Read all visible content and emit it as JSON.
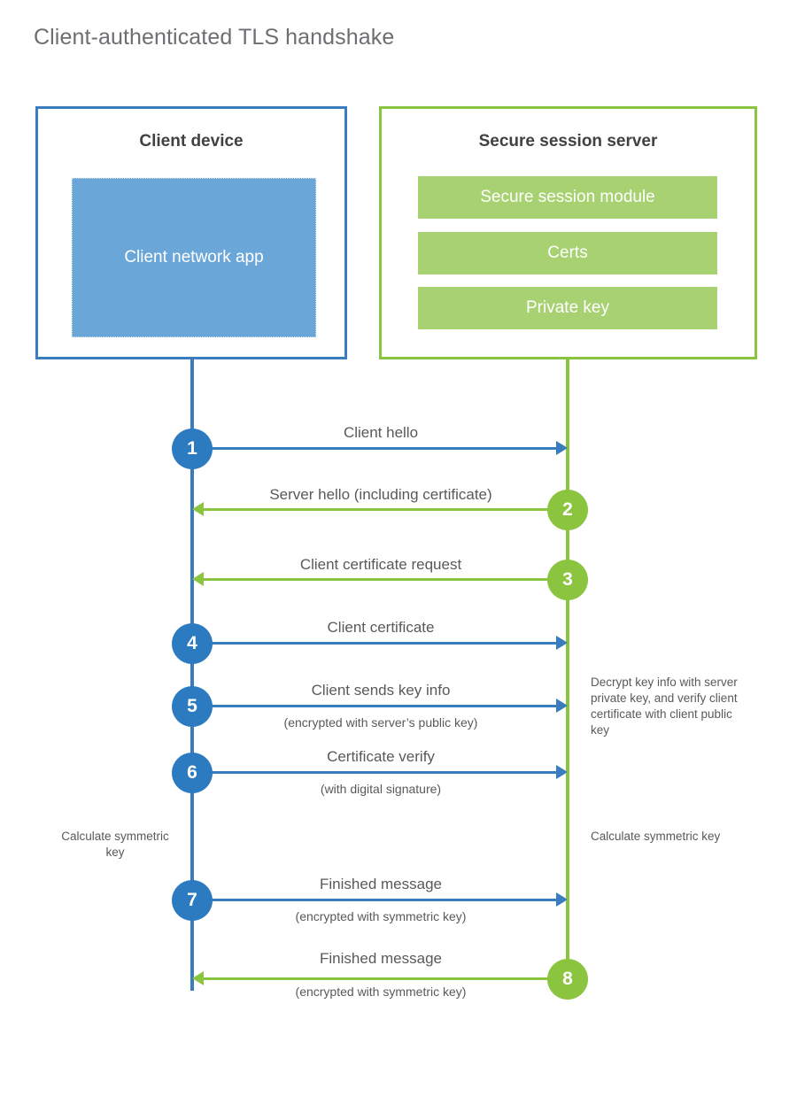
{
  "page": {
    "title": "Client-authenticated TLS handshake"
  },
  "colors": {
    "blue_border": "#3a7dbf",
    "blue_badge": "#2c7ac0",
    "blue_fill": "#6aa7d8",
    "green_border": "#8bc53f",
    "green_fill": "#a8d171",
    "text": "#58595b",
    "heading": "#414042",
    "background": "#ffffff"
  },
  "actors": {
    "client": {
      "title": "Client device",
      "app_label": "Client network app"
    },
    "server": {
      "title": "Secure session server",
      "modules": [
        "Secure session module",
        "Certs",
        "Private key"
      ]
    }
  },
  "steps": [
    {
      "number": "1",
      "label": "Client hello",
      "sub": "",
      "direction": "client-to-server",
      "color": "blue"
    },
    {
      "number": "2",
      "label": "Server hello (including certificate)",
      "sub": "",
      "direction": "server-to-client",
      "color": "green"
    },
    {
      "number": "3",
      "label": "Client certificate request",
      "sub": "",
      "direction": "server-to-client",
      "color": "green"
    },
    {
      "number": "4",
      "label": "Client certificate",
      "sub": "",
      "direction": "client-to-server",
      "color": "blue"
    },
    {
      "number": "5",
      "label": "Client sends key info",
      "sub": "(encrypted with server’s public key)",
      "direction": "client-to-server",
      "color": "blue"
    },
    {
      "number": "6",
      "label": "Certificate verify",
      "sub": "(with digital signature)",
      "direction": "client-to-server",
      "color": "blue"
    },
    {
      "number": "7",
      "label": "Finished message",
      "sub": "(encrypted with symmetric key)",
      "direction": "client-to-server",
      "color": "blue"
    },
    {
      "number": "8",
      "label": "Finished message",
      "sub": "(encrypted with symmetric key)",
      "direction": "server-to-client",
      "color": "green"
    }
  ],
  "notes": {
    "server_decrypt": "Decrypt key info with server private key, and verify client certificate with client public key",
    "client_calculate": "Calculate symmetric key",
    "server_calculate": "Calculate symmetric key"
  }
}
